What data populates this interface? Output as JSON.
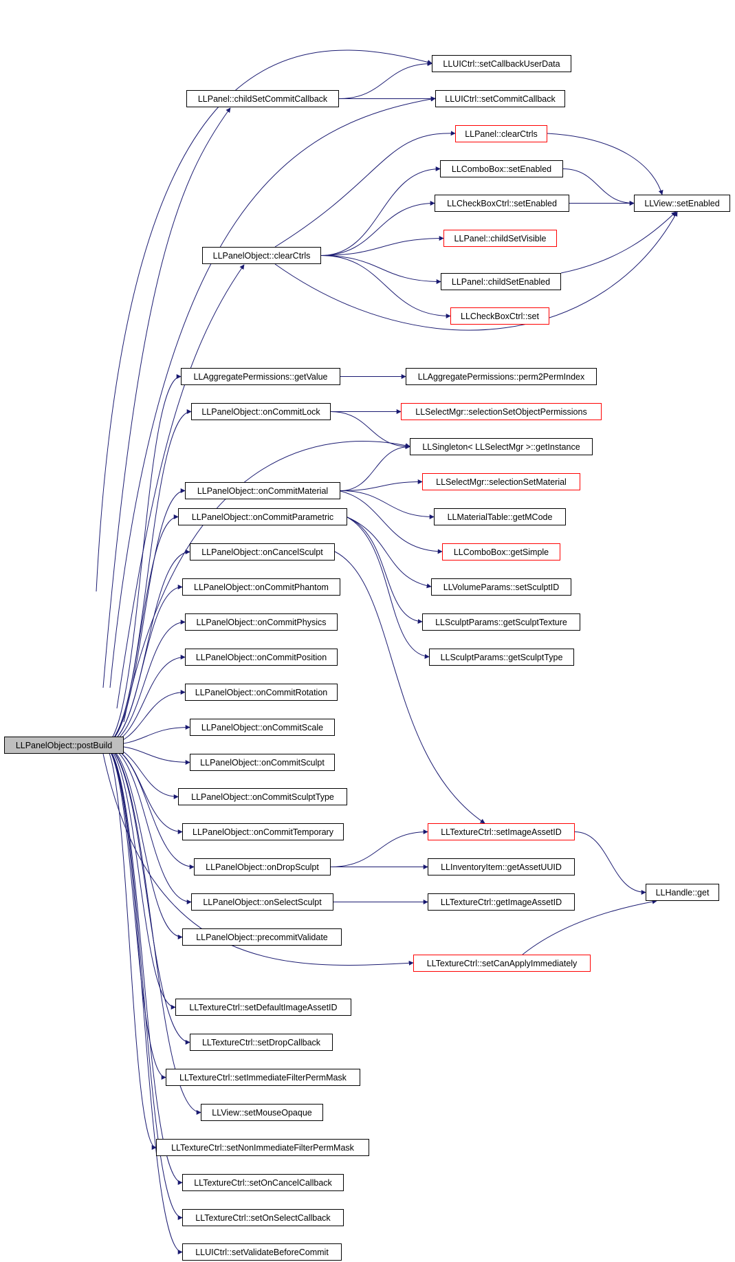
{
  "diagram": {
    "edge_color": "#191970",
    "node_border_color": "#000000",
    "incomplete_node_border_color": "#ff0000",
    "root_fill_color": "#bfbfbf",
    "nodes": [
      {
        "id": "root",
        "label": "LLPanelObject::postBuild",
        "root": true
      },
      {
        "id": "childSetCommitCallback",
        "label": "LLPanel::childSetCommitCallback"
      },
      {
        "id": "setCallbackUserData",
        "label": "LLUICtrl::setCallbackUserData"
      },
      {
        "id": "setCommitCallback",
        "label": "LLUICtrl::setCommitCallback"
      },
      {
        "id": "panelClearCtrls",
        "label": "LLPanel::clearCtrls",
        "red": true
      },
      {
        "id": "comboSetEnabled",
        "label": "LLComboBox::setEnabled"
      },
      {
        "id": "checkSetEnabled",
        "label": "LLCheckBoxCtrl::setEnabled"
      },
      {
        "id": "viewSetEnabled",
        "label": "LLView::setEnabled"
      },
      {
        "id": "poClearCtrls",
        "label": "LLPanelObject::clearCtrls"
      },
      {
        "id": "childSetVisible",
        "label": "LLPanel::childSetVisible",
        "red": true
      },
      {
        "id": "childSetEnabled",
        "label": "LLPanel::childSetEnabled"
      },
      {
        "id": "checkSet",
        "label": "LLCheckBoxCtrl::set",
        "red": true
      },
      {
        "id": "getValue",
        "label": "LLAggregatePermissions::getValue"
      },
      {
        "id": "perm2PermIndex",
        "label": "LLAggregatePermissions::perm2PermIndex"
      },
      {
        "id": "onCommitLock",
        "label": "LLPanelObject::onCommitLock"
      },
      {
        "id": "selSetObjPerms",
        "label": "LLSelectMgr::selectionSetObjectPermissions",
        "red": true
      },
      {
        "id": "getInstance",
        "label": "LLSingleton< LLSelectMgr >::getInstance"
      },
      {
        "id": "onCommitMaterial",
        "label": "LLPanelObject::onCommitMaterial"
      },
      {
        "id": "selSetMaterial",
        "label": "LLSelectMgr::selectionSetMaterial",
        "red": true
      },
      {
        "id": "getMCode",
        "label": "LLMaterialTable::getMCode"
      },
      {
        "id": "onCommitParametric",
        "label": "LLPanelObject::onCommitParametric"
      },
      {
        "id": "getSimple",
        "label": "LLComboBox::getSimple",
        "red": true
      },
      {
        "id": "onCancelSculpt",
        "label": "LLPanelObject::onCancelSculpt"
      },
      {
        "id": "setSculptID",
        "label": "LLVolumeParams::setSculptID"
      },
      {
        "id": "onCommitPhantom",
        "label": "LLPanelObject::onCommitPhantom"
      },
      {
        "id": "getSculptTexture",
        "label": "LLSculptParams::getSculptTexture"
      },
      {
        "id": "onCommitPhysics",
        "label": "LLPanelObject::onCommitPhysics"
      },
      {
        "id": "getSculptType",
        "label": "LLSculptParams::getSculptType"
      },
      {
        "id": "onCommitPosition",
        "label": "LLPanelObject::onCommitPosition"
      },
      {
        "id": "onCommitRotation",
        "label": "LLPanelObject::onCommitRotation"
      },
      {
        "id": "onCommitScale",
        "label": "LLPanelObject::onCommitScale"
      },
      {
        "id": "onCommitSculpt",
        "label": "LLPanelObject::onCommitSculpt"
      },
      {
        "id": "onCommitSculptType",
        "label": "LLPanelObject::onCommitSculptType"
      },
      {
        "id": "onCommitTemporary",
        "label": "LLPanelObject::onCommitTemporary"
      },
      {
        "id": "setImageAssetID",
        "label": "LLTextureCtrl::setImageAssetID",
        "red": true
      },
      {
        "id": "onDropSculpt",
        "label": "LLPanelObject::onDropSculpt"
      },
      {
        "id": "getAssetUUID",
        "label": "LLInventoryItem::getAssetUUID"
      },
      {
        "id": "handleGet",
        "label": "LLHandle::get"
      },
      {
        "id": "onSelectSculpt",
        "label": "LLPanelObject::onSelectSculpt"
      },
      {
        "id": "getImageAssetID",
        "label": "LLTextureCtrl::getImageAssetID"
      },
      {
        "id": "precommitValidate",
        "label": "LLPanelObject::precommitValidate"
      },
      {
        "id": "setCanApplyImmediately",
        "label": "LLTextureCtrl::setCanApplyImmediately",
        "red": true
      },
      {
        "id": "setDefaultImageAssetID",
        "label": "LLTextureCtrl::setDefaultImageAssetID"
      },
      {
        "id": "setDropCallback",
        "label": "LLTextureCtrl::setDropCallback"
      },
      {
        "id": "setImmediateFilterPermMask",
        "label": "LLTextureCtrl::setImmediateFilterPermMask"
      },
      {
        "id": "setMouseOpaque",
        "label": "LLView::setMouseOpaque"
      },
      {
        "id": "setNonImmediateFilterPermMask",
        "label": "LLTextureCtrl::setNonImmediateFilterPermMask"
      },
      {
        "id": "setOnCancelCallback",
        "label": "LLTextureCtrl::setOnCancelCallback"
      },
      {
        "id": "setOnSelectCallback",
        "label": "LLTextureCtrl::setOnSelectCallback"
      },
      {
        "id": "setValidateBeforeCommit",
        "label": "LLUICtrl::setValidateBeforeCommit"
      }
    ],
    "edges": [
      [
        "root",
        "setCallbackUserData"
      ],
      [
        "root",
        "childSetCommitCallback"
      ],
      [
        "root",
        "setCommitCallback"
      ],
      [
        "childSetCommitCallback",
        "setCallbackUserData"
      ],
      [
        "childSetCommitCallback",
        "setCommitCallback"
      ],
      [
        "root",
        "poClearCtrls"
      ],
      [
        "poClearCtrls",
        "panelClearCtrls"
      ],
      [
        "poClearCtrls",
        "comboSetEnabled"
      ],
      [
        "poClearCtrls",
        "checkSetEnabled"
      ],
      [
        "poClearCtrls",
        "childSetVisible"
      ],
      [
        "poClearCtrls",
        "childSetEnabled"
      ],
      [
        "poClearCtrls",
        "checkSet"
      ],
      [
        "poClearCtrls",
        "viewSetEnabled"
      ],
      [
        "panelClearCtrls",
        "viewSetEnabled"
      ],
      [
        "comboSetEnabled",
        "viewSetEnabled"
      ],
      [
        "checkSetEnabled",
        "viewSetEnabled"
      ],
      [
        "childSetEnabled",
        "viewSetEnabled"
      ],
      [
        "root",
        "getValue"
      ],
      [
        "getValue",
        "perm2PermIndex"
      ],
      [
        "root",
        "onCommitLock"
      ],
      [
        "onCommitLock",
        "selSetObjPerms"
      ],
      [
        "onCommitLock",
        "getInstance"
      ],
      [
        "root",
        "getInstance"
      ],
      [
        "root",
        "onCommitMaterial"
      ],
      [
        "onCommitMaterial",
        "getInstance"
      ],
      [
        "onCommitMaterial",
        "selSetMaterial"
      ],
      [
        "onCommitMaterial",
        "getMCode"
      ],
      [
        "onCommitMaterial",
        "getSimple"
      ],
      [
        "root",
        "onCommitParametric"
      ],
      [
        "onCommitParametric",
        "setSculptID"
      ],
      [
        "onCommitParametric",
        "getSculptTexture"
      ],
      [
        "onCommitParametric",
        "getSculptType"
      ],
      [
        "root",
        "onCancelSculpt"
      ],
      [
        "onCancelSculpt",
        "setImageAssetID"
      ],
      [
        "root",
        "onCommitPhantom"
      ],
      [
        "root",
        "onCommitPhysics"
      ],
      [
        "root",
        "onCommitPosition"
      ],
      [
        "root",
        "onCommitRotation"
      ],
      [
        "root",
        "onCommitScale"
      ],
      [
        "root",
        "onCommitSculpt"
      ],
      [
        "root",
        "onCommitSculptType"
      ],
      [
        "root",
        "onCommitTemporary"
      ],
      [
        "root",
        "onDropSculpt"
      ],
      [
        "onDropSculpt",
        "setImageAssetID"
      ],
      [
        "onDropSculpt",
        "getAssetUUID"
      ],
      [
        "setImageAssetID",
        "handleGet"
      ],
      [
        "root",
        "onSelectSculpt"
      ],
      [
        "onSelectSculpt",
        "getImageAssetID"
      ],
      [
        "root",
        "precommitValidate"
      ],
      [
        "root",
        "setCanApplyImmediately"
      ],
      [
        "setCanApplyImmediately",
        "handleGet"
      ],
      [
        "root",
        "setDefaultImageAssetID"
      ],
      [
        "root",
        "setDropCallback"
      ],
      [
        "root",
        "setImmediateFilterPermMask"
      ],
      [
        "root",
        "setMouseOpaque"
      ],
      [
        "root",
        "setNonImmediateFilterPermMask"
      ],
      [
        "root",
        "setOnCancelCallback"
      ],
      [
        "root",
        "setOnSelectCallback"
      ],
      [
        "root",
        "setValidateBeforeCommit"
      ]
    ]
  }
}
